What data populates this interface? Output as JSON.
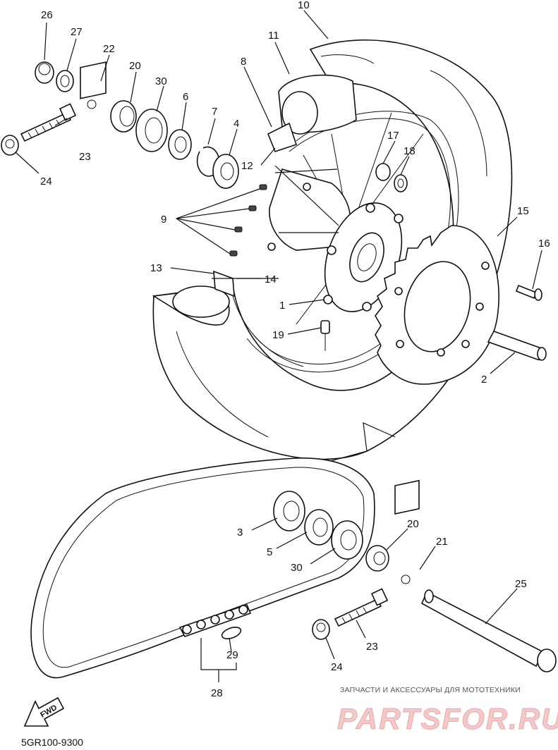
{
  "diagram_code": "5GR100-9300",
  "fwd_label": "FWD",
  "watermark": {
    "caption": "ЗАПЧАСТИ И АКСЕССУАРЫ ДЛЯ МОТОТЕХНИКИ",
    "brand": "PARTSFOR.RU"
  },
  "callouts": {
    "c1": "1",
    "c2": "2",
    "c3": "3",
    "c4": "4",
    "c5": "5",
    "c6": "6",
    "c7": "7",
    "c8": "8",
    "c9": "9",
    "c10": "10",
    "c11": "11",
    "c12": "12",
    "c13": "13",
    "c14": "14",
    "c15": "15",
    "c16": "16",
    "c17": "17",
    "c18": "18",
    "c19": "19",
    "c20a": "20",
    "c20b": "20",
    "c21": "21",
    "c22": "22",
    "c23a": "23",
    "c23b": "23",
    "c24a": "24",
    "c24b": "24",
    "c25": "25",
    "c26": "26",
    "c27": "27",
    "c28": "28",
    "c29": "29",
    "c30a": "30",
    "c30b": "30"
  }
}
